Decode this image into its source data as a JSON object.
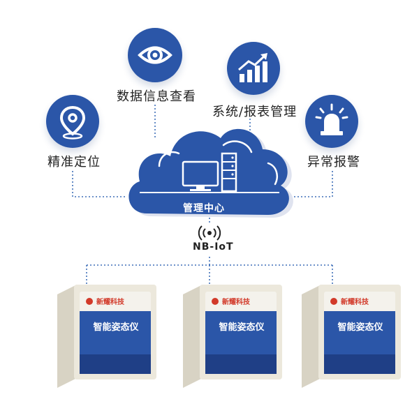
{
  "colors": {
    "primary": "#2b56a8",
    "dark": "#1f3f86",
    "connector": "#3f6fb8",
    "device_body": "#ece8dc"
  },
  "features": [
    {
      "label": "数据信息查看",
      "icon": "eye-icon"
    },
    {
      "label": "系统/报表管理",
      "icon": "bar-chart-up-icon"
    },
    {
      "label": "精准定位",
      "icon": "location-pin-icon"
    },
    {
      "label": "异常报警",
      "icon": "siren-icon"
    }
  ],
  "cloud": {
    "label": "管理中心",
    "icons": [
      "monitor-icon",
      "server-icon"
    ]
  },
  "network": {
    "label": "NB-IoT",
    "icon": "wireless-signal-icon"
  },
  "devices": [
    {
      "brand": "新耀科技",
      "name": "智能姿态仪"
    },
    {
      "brand": "新耀科技",
      "name": "智能姿态仪"
    },
    {
      "brand": "新耀科技",
      "name": "智能姿态仪"
    }
  ]
}
